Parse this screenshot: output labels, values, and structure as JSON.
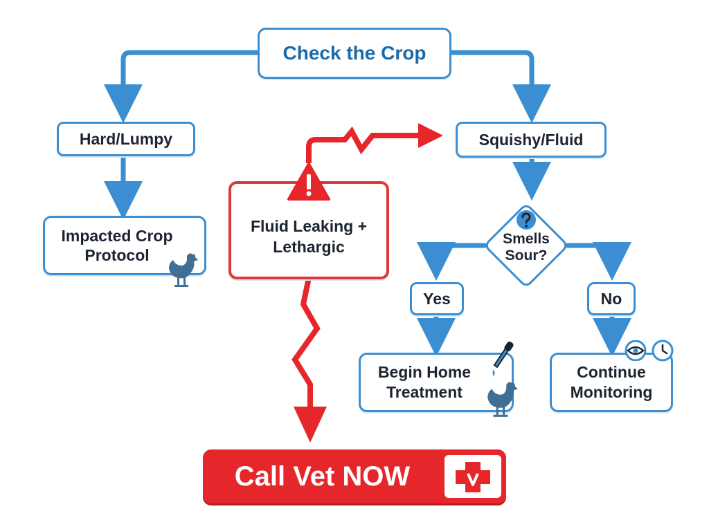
{
  "colors": {
    "flow_blue": "#3a8ed1",
    "alert_red": "#e03838",
    "cta_red": "#e5262b",
    "text_dark": "#1c2430",
    "title_blue": "#1b6aa8"
  },
  "nodes": {
    "start": "Check the Crop",
    "hard_lumpy": "Hard/Lumpy",
    "squishy_fluid": "Squishy/Fluid",
    "impacted_crop": "Impacted Crop\nProtocol",
    "fluid_leaking": "Fluid Leaking +\nLethargic",
    "smells_sour": "Smells\nSour?",
    "yes": "Yes",
    "no": "No",
    "home_treatment": "Begin Home\nTreatment",
    "continue_monitoring": "Continue\nMonitoring",
    "call_vet": "Call Vet NOW"
  },
  "icons": {
    "warning": "warning-triangle-icon",
    "question": "question-circle-icon",
    "chicken": "chicken-icon",
    "dropper": "dropper-icon",
    "eye": "eye-icon",
    "clock": "clock-icon",
    "medical_cross": "medical-cross-icon"
  }
}
